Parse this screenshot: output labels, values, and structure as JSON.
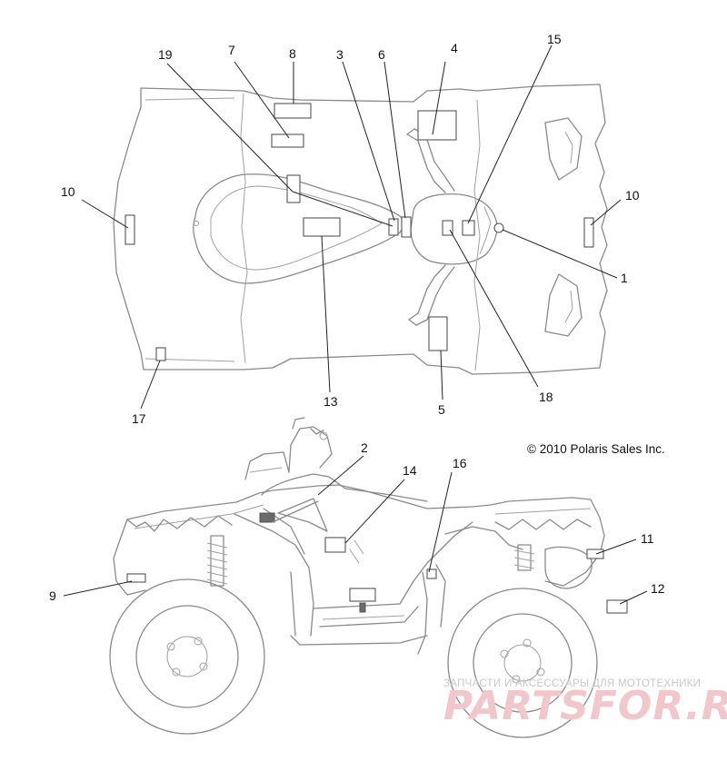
{
  "copyright": "© 2010 Polaris Sales Inc.",
  "watermark": {
    "tagline": "ЗАПЧАСТИ И АКСЕССУАРЫ ДЛЯ МОТОТЕХНИКИ",
    "brand": "PARTSFOR.RU"
  },
  "callouts": {
    "c1": "1",
    "c2": "2",
    "c3": "3",
    "c4": "4",
    "c5": "5",
    "c6": "6",
    "c7": "7",
    "c8": "8",
    "c9": "9",
    "c10a": "10",
    "c10b": "10",
    "c11": "11",
    "c12": "12",
    "c13": "13",
    "c14": "14",
    "c15": "15",
    "c16": "16",
    "c17": "17",
    "c18": "18",
    "c19": "19"
  }
}
